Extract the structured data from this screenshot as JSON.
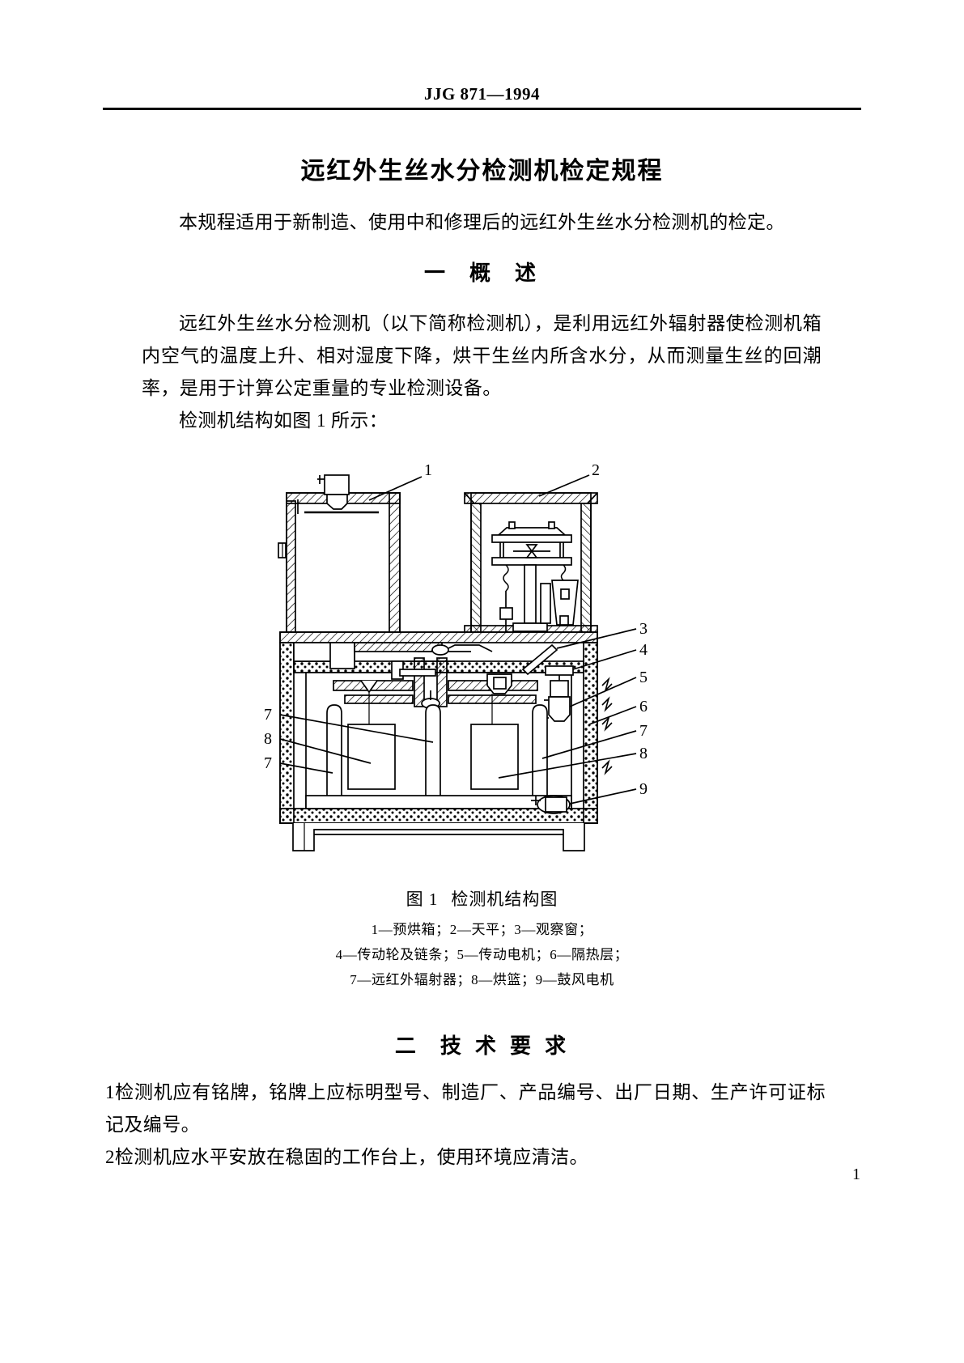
{
  "header": {
    "standard_id": "JJG 871—1994"
  },
  "title": "远红外生丝水分检测机检定规程",
  "scope_paragraph": "本规程适用于新制造、使用中和修理后的远红外生丝水分检测机的检定。",
  "section1": {
    "number": "一",
    "name": "概",
    "name2": "述",
    "paragraph1": "远红外生丝水分检测机（以下简称检测机），是利用远红外辐射器使检测机箱内空气的温度上升、相对湿度下降，烘干生丝内所含水分，从而测量生丝的回潮率，是用于计算公定重量的专业检测设备。",
    "paragraph2": "检测机结构如图 1 所示："
  },
  "figure": {
    "caption_label": "图 1",
    "caption_text": "检测机结构图",
    "legend_lines": [
      "1—预烘箱；2—天平；3—观察窗；",
      "4—传动轮及链条；5—传动电机；6—隔热层；",
      "7—远红外辐射器；8—烘篮；9—鼓风电机"
    ],
    "callouts": {
      "top_left": "1",
      "top_right": "2",
      "right": [
        "3",
        "4",
        "5",
        "6",
        "7",
        "8",
        "9"
      ],
      "left": [
        "7",
        "8",
        "7"
      ]
    },
    "parts": [
      {
        "no": "1",
        "name": "预烘箱"
      },
      {
        "no": "2",
        "name": "天平"
      },
      {
        "no": "3",
        "name": "观察窗"
      },
      {
        "no": "4",
        "name": "传动轮及链条"
      },
      {
        "no": "5",
        "name": "传动电机"
      },
      {
        "no": "6",
        "name": "隔热层"
      },
      {
        "no": "7",
        "name": "远红外辐射器"
      },
      {
        "no": "8",
        "name": "烘篮"
      },
      {
        "no": "9",
        "name": "鼓风电机"
      }
    ]
  },
  "section2": {
    "number": "二",
    "title": "技 术 要 求",
    "items": [
      {
        "num": "1",
        "text": "检测机应有铭牌，铭牌上应标明型号、制造厂、产品编号、出厂日期、生产许可证标记及编号。"
      },
      {
        "num": "2",
        "text": "检测机应水平安放在稳固的工作台上，使用环境应清洁。"
      }
    ]
  },
  "page_number": "1",
  "colors": {
    "ink": "#000000",
    "paper": "#ffffff"
  }
}
